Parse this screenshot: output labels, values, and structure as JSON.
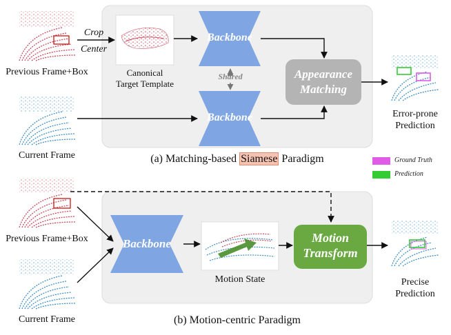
{
  "panel_a": {
    "caption_prefix": "(a) Matching-based ",
    "caption_highlight": "Siamese",
    "caption_suffix": " Paradigm",
    "prev_frame_label": "Previous Frame+Box",
    "current_frame_label": "Current Frame",
    "crop_label": "Crop",
    "center_label": "Center",
    "template_label_line1": "Canonical",
    "template_label_line2": "Target Template",
    "backbone_top": "Backbone",
    "backbone_bottom": "Backbone",
    "shared_label": "Shared",
    "matching_line1": "Appearance",
    "matching_line2": "Matching",
    "output_line1": "Error-prone",
    "output_line2": "Prediction"
  },
  "legend": {
    "ground_truth": "Ground Truth",
    "prediction": "Prediction",
    "ground_truth_color": "#e05ce6",
    "prediction_color": "#33cc33"
  },
  "panel_b": {
    "caption": "(b) Motion-centric Paradigm",
    "prev_frame_label": "Previous Frame+Box",
    "current_frame_label": "Current Frame",
    "backbone": "Backbone",
    "motion_state_label": "Motion State",
    "transform_line1": "Motion",
    "transform_line2": "Transform",
    "output_line1": "Precise",
    "output_line2": "Prediction"
  },
  "colors": {
    "panel_bg": "#efefef",
    "backbone_blue": "#7fa6e3",
    "matching_gray": "#b4b4b4",
    "transform_green": "#6aa841",
    "red_points": "#c84a5a",
    "blue_points": "#3e8ec6"
  }
}
